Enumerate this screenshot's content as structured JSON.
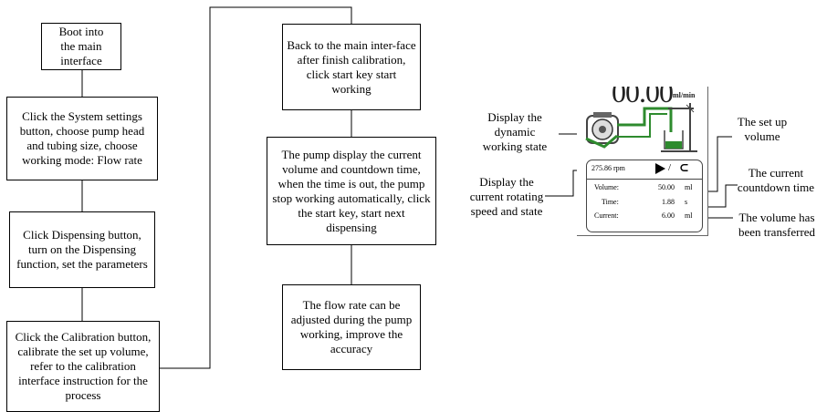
{
  "flowchart": {
    "boot": "Boot into\nthe main\ninterface",
    "system_settings": "Click the System settings button, choose pump head and tubing size, choose working mode: Flow rate",
    "dispensing": "Click Dispensing button, turn on the Dispensing function, set the parameters",
    "calibration": "Click the Calibration button, calibrate the set up volume, refer to the calibration interface instruction for the process",
    "back_main": "Back to the main inter-face after finish calibration, click start key start working",
    "pump_display": "The pump display the current volume and countdown time, when the time is out, the pump stop working automatically, click the start key, start next dispensing",
    "flow_rate": "The flow rate can be adjusted during the pump working, improve the accuracy"
  },
  "annotations": {
    "dynamic_state": "Display the\ndynamic\nworking state",
    "rotating_speed": "Display the\ncurrent rotating\nspeed and state",
    "set_volume": "The set up\nvolume",
    "countdown": "The current\ncountdown time",
    "transferred": "The volume has\nbeen transferred"
  },
  "device": {
    "display_value": "00.00",
    "display_unit": "ml/min",
    "rpm": "275.86  rpm",
    "slash": "/",
    "colors": {
      "tube": "#2e8b2e",
      "pump": "#444444"
    },
    "rows": [
      {
        "label": "Volume:",
        "value": "50.00",
        "unit": "ml"
      },
      {
        "label": "Time:",
        "value": "1.88",
        "unit": "s"
      },
      {
        "label": "Current:",
        "value": "6.00",
        "unit": "ml"
      }
    ]
  }
}
